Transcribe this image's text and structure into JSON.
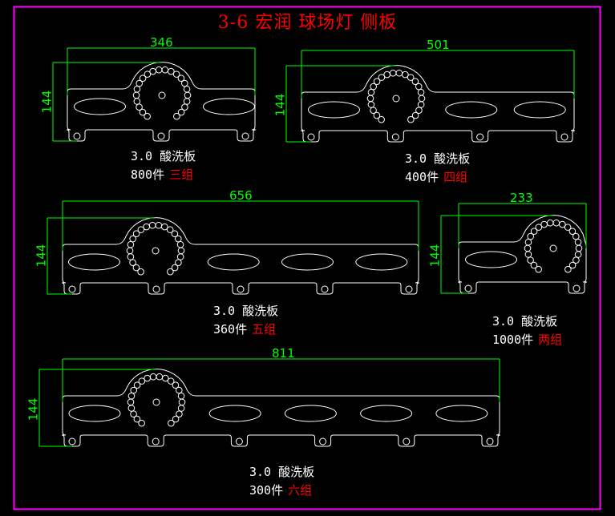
{
  "title": "3-6 宏润 球场灯 侧板",
  "colors": {
    "background": "#000000",
    "frame": "#ff00ff",
    "outline": "#ffffff",
    "dimension": "#00ff00",
    "title": "#ff0000",
    "group_text": "#ff0000",
    "label_text": "#ffffff"
  },
  "panels": [
    {
      "id": "p1",
      "width_dim": "346",
      "height_dim": "144",
      "material": "3.0 酸洗板",
      "quantity": "800件",
      "group": "三组",
      "oval_slots": 2,
      "mount_tabs": 3
    },
    {
      "id": "p2",
      "width_dim": "501",
      "height_dim": "144",
      "material": "3.0 酸洗板",
      "quantity": "400件",
      "group": "四组",
      "oval_slots": 3,
      "mount_tabs": 4
    },
    {
      "id": "p3",
      "width_dim": "656",
      "height_dim": "144",
      "material": "3.0 酸洗板",
      "quantity": "360件",
      "group": "五组",
      "oval_slots": 4,
      "mount_tabs": 5
    },
    {
      "id": "p4",
      "width_dim": "233",
      "height_dim": "144",
      "material": "3.0 酸洗板",
      "quantity": "1000件",
      "group": "两组",
      "oval_slots": 1,
      "mount_tabs": 2
    },
    {
      "id": "p5",
      "width_dim": "811",
      "height_dim": "144",
      "material": "3.0 酸洗板",
      "quantity": "300件",
      "group": "六组",
      "oval_slots": 5,
      "mount_tabs": 6
    }
  ]
}
